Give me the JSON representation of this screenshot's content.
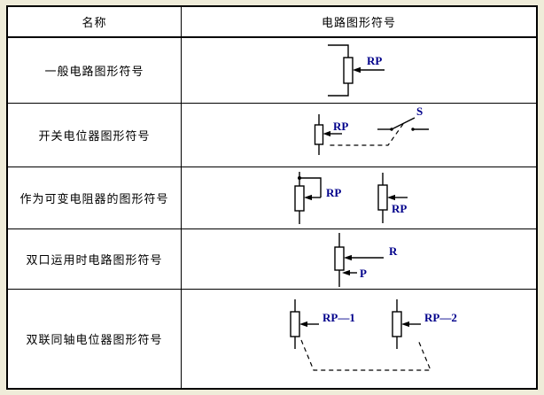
{
  "window": {
    "background": "#efecd9",
    "accent_color": "#00008B",
    "border_color": "#000000"
  },
  "table": {
    "header": {
      "name_col": "名称",
      "symbol_col": "电路图形符号"
    },
    "rows": [
      {
        "name": "一般电路图形符号",
        "labels": {
          "rp": "RP"
        }
      },
      {
        "name": "开关电位器图形符号",
        "labels": {
          "rp": "RP",
          "s": "S"
        }
      },
      {
        "name": "作为可变电阻器的图形符号",
        "labels": {
          "rp_left": "RP",
          "rp_right": "RP"
        }
      },
      {
        "name": "双口运用时电路图形符号",
        "labels": {
          "r": "R",
          "p": "P"
        }
      },
      {
        "name": "双联同轴电位器图形符号",
        "labels": {
          "rp1": "RP—1",
          "rp2": "RP—2"
        }
      }
    ]
  }
}
